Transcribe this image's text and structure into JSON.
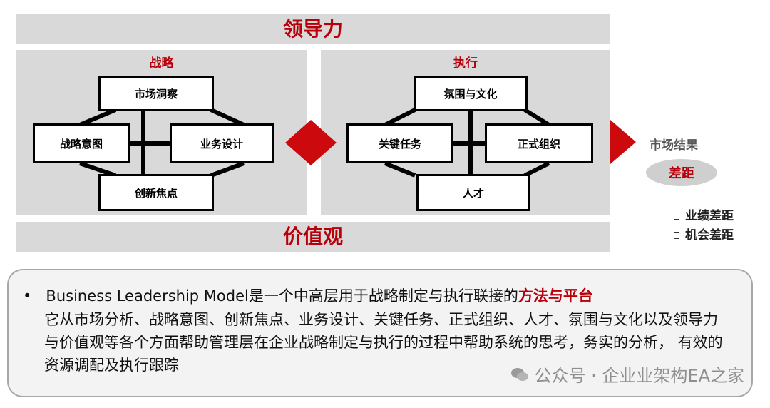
{
  "top_band": "领导力",
  "bottom_band": "价值观",
  "strategy": {
    "title": "战略",
    "top": "市场洞察",
    "left": "战略意图",
    "right": "业务设计",
    "bottom": "创新焦点"
  },
  "execution": {
    "title": "执行",
    "top": "氛围与文化",
    "left": "关键任务",
    "right": "正式组织",
    "bottom": "人才"
  },
  "result": {
    "label": "市场结果",
    "gap": "差距",
    "gaps": [
      "业绩差距",
      "机会差距"
    ]
  },
  "description": {
    "bullet": "•",
    "lead": "Business Leadership Model是一个中高层用于战略制定与执行联接的",
    "highlight": "方法与平台",
    "body": "它从市场分析、战略意图、创新焦点、业务设计、关键任务、正式组织、人才、氛围与文化以及领导力与价值观等各个方面帮助管理层在企业战略制定与执行的过程中帮助系统的思考，务实的分析， 有效的资源调配及执行跟踪"
  },
  "watermark": "公众号 · 企业业架构EA之家",
  "colors": {
    "accent": "#b8000b",
    "band": "#d9d9d9"
  }
}
